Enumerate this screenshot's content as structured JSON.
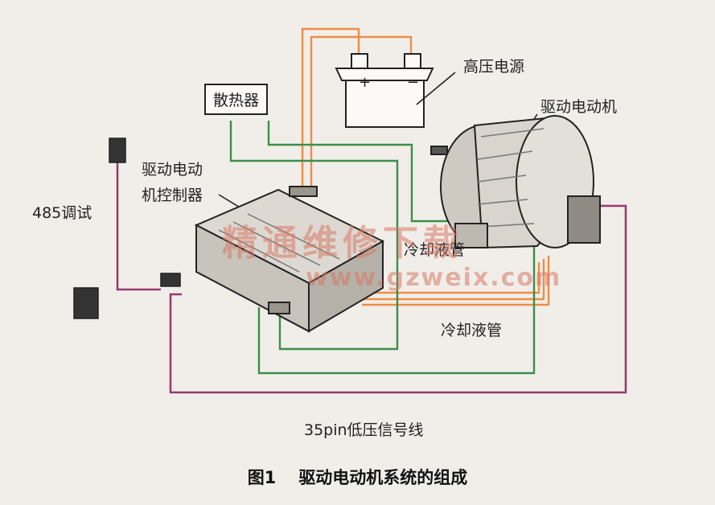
{
  "labels": {
    "radiator": "散热器",
    "hv_power": "高压电源",
    "motor": "驱动电动机",
    "controller_line1": "驱动电动",
    "controller_line2": "机控制器",
    "debug": "485调试",
    "coolant_pipe": "冷却液管",
    "signal_line": "35pin低压信号线"
  },
  "battery": {
    "plus": "+",
    "minus": "−"
  },
  "caption": {
    "figure_no": "图1",
    "title": "驱动电动机系统的组成"
  },
  "watermark": {
    "text": "精通维修下载",
    "url": "www.gzweix.com"
  },
  "colors": {
    "hv_cable": "#ef8d44",
    "coolant": "#3a8f47",
    "signal": "#98386f",
    "outline": "#222222"
  }
}
